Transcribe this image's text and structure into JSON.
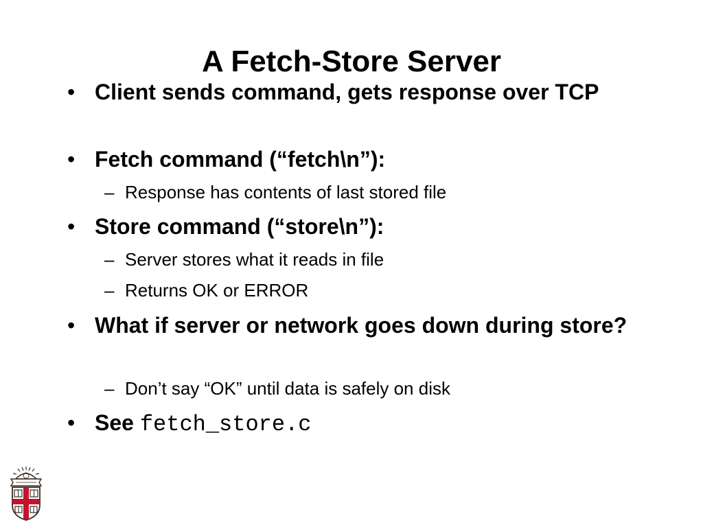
{
  "slide": {
    "title": "A Fetch-Store Server",
    "bullet_mark": "•",
    "dash_mark": "–",
    "b1_text": "Client sends command, gets response over TCP",
    "b2_text": "Fetch command (“fetch\\n”):",
    "b2_sub1": "Response has contents of last stored file",
    "b3_text": "Store command (“store\\n”):",
    "b3_sub1": "Server stores what it reads in file",
    "b3_sub2": "Returns OK or ERROR",
    "b4_text": "What if server or network goes down during store?",
    "b4_sub1": "Don’t say “OK” until data is safely on disk",
    "b5_prefix": "See",
    "b5_code": "fetch_store.c"
  },
  "logo": {
    "name": "university-shield-logo",
    "colors": {
      "red": "#c4122f",
      "dark": "#3a2a22",
      "light": "#ffffff"
    }
  }
}
